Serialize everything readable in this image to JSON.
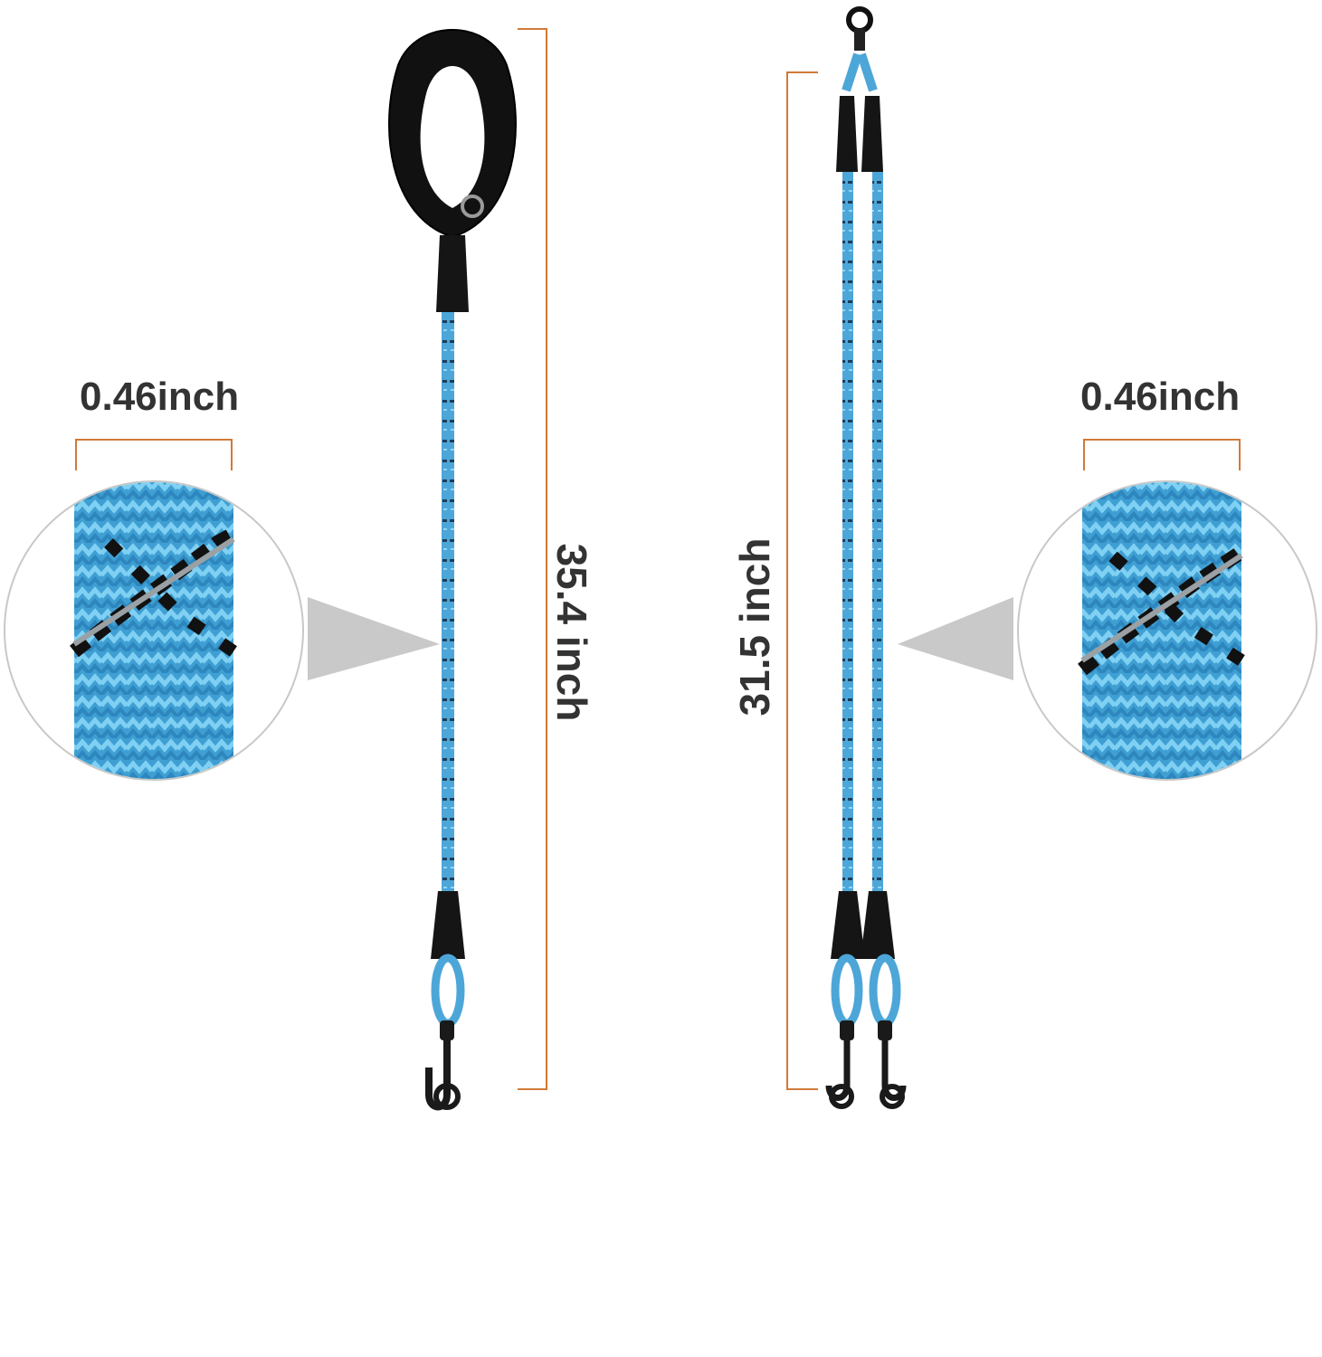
{
  "single_leash": {
    "length_label": "35.4 inch",
    "diameter_label": "0.46inch"
  },
  "double_leash": {
    "length_label": "31.5 inch",
    "diameter_label": "0.46inch"
  },
  "colors": {
    "rope": "#4da6d8",
    "rope_dark": "#2c7fb0",
    "handle": "#111111",
    "measure_line": "#d07a3a",
    "text": "#333333"
  }
}
